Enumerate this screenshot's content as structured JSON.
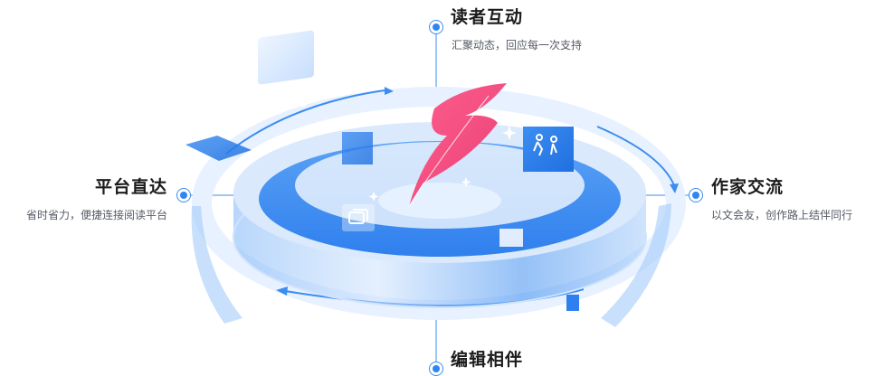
{
  "features": {
    "top": {
      "title": "读者互动",
      "desc": "汇聚动态，回应每一次支持"
    },
    "left": {
      "title": "平台直达",
      "desc": "省时省力，便捷连接阅读平台"
    },
    "right": {
      "title": "作家交流",
      "desc": "以文会友，创作路上结伴同行"
    },
    "bottom": {
      "title": "编辑相伴"
    }
  },
  "colors": {
    "accent": "#2f86f2",
    "feather": "#f0507e",
    "ring_light": "#d9e9ff"
  },
  "icons": [
    "cloud-doc-icon",
    "people-icon",
    "cards-icon",
    "feather-icon"
  ]
}
